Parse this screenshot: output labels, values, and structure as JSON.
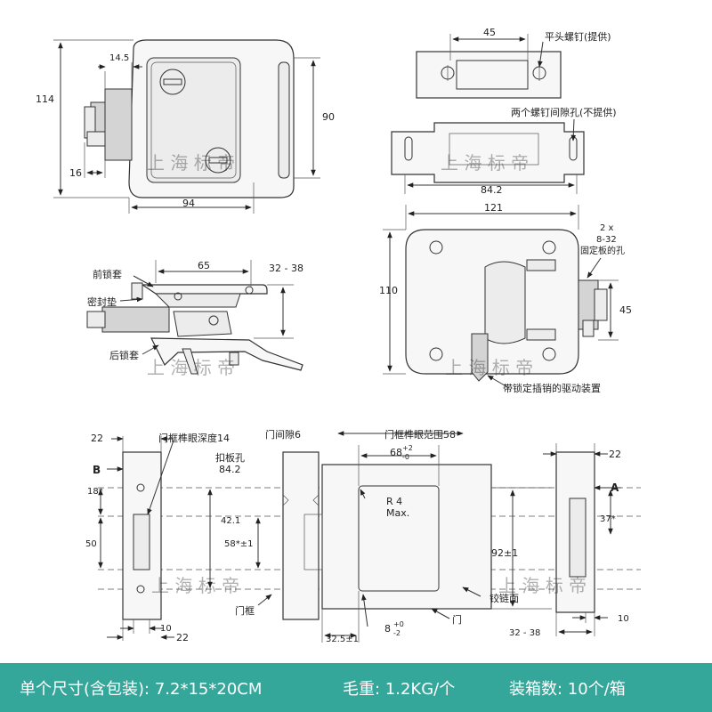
{
  "top_left": {
    "dim_14_5": "14.5",
    "dim_114": "114",
    "dim_90": "90",
    "dim_16": "16",
    "dim_94": "94"
  },
  "top_right": {
    "dim_45": "45",
    "flat_screw": "平头螺钉(提供)",
    "hole_gap": "两个螺钉间隙孔(不提供)",
    "dim_84_2": "84.2"
  },
  "middle_left": {
    "dim_65": "65",
    "dim_32_38": "32 - 38",
    "front_cover": "前锁套",
    "seal": "密封垫",
    "rear_cover": "后锁套"
  },
  "middle_right": {
    "dim_121": "121",
    "dim_110": "110",
    "dim_45": "45",
    "mount_holes_1": "2 x",
    "mount_holes_2": "8-32",
    "mount_holes_3": "固定板的孔",
    "drive_label": "带锁定插销的驱动装置"
  },
  "bottom": {
    "left": {
      "dim_22_top": "22",
      "frame_depth": "门框榫眼深度14",
      "strike_hole": "扣板孔",
      "dim_84_2": "84.2",
      "b_marker": "B",
      "dim_18": "18*",
      "dim_42_1": "42.1",
      "dim_50": "50",
      "dim_58": "58*±1",
      "dim_10": "10",
      "dim_22_bottom": "22",
      "door_frame": "门框"
    },
    "center": {
      "door_gap": "门间隙6",
      "mortise_range": "门框榫眼范围58",
      "dim_68": "68",
      "tol_68_plus": "+2",
      "tol_68_minus": "-0",
      "r4_1": "R 4",
      "r4_2": "Max.",
      "dim_92": "92±1",
      "hinge_side": "铰链面",
      "door": "门",
      "dim_32_5": "32.5±1",
      "dim_8": "8",
      "tol_8_plus": "+0",
      "tol_8_minus": "-2"
    },
    "right": {
      "dim_22": "22",
      "a_marker": "A",
      "dim_37": "37*",
      "dim_10": "10",
      "dim_32_38": "32 - 38"
    }
  },
  "watermark": {
    "text": "上 海 标 帝"
  },
  "footer": {
    "size": "单个尺寸(含包装): 7.2*15*20CM",
    "weight": "毛重: 1.2KG/个",
    "pack": "装箱数: 10个/箱"
  },
  "colors": {
    "footer_bg": "#35a69a",
    "footer_text": "#ffffff",
    "line": "#333333"
  }
}
